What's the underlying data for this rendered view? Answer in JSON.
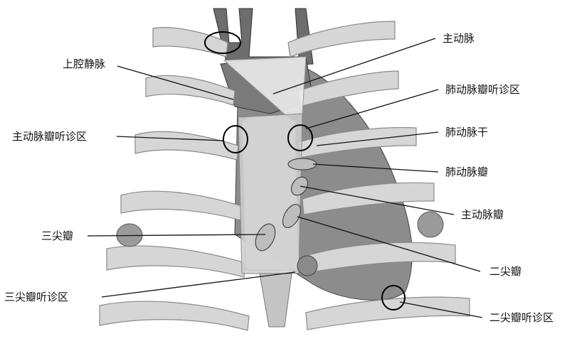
{
  "labels": {
    "svc": "上腔静脉",
    "aorta": "主动脉",
    "aortic_area": "主动脉瓣听诊区",
    "pulmonary_area": "肺动脉瓣听诊区",
    "pulmonary_trunk": "肺动脉干",
    "pulmonary_valve": "肺动脉瓣",
    "aortic_valve": "主动脉瓣",
    "tricuspid_valve": "三尖瓣",
    "mitral_valve": "二尖瓣",
    "tricuspid_area": "三尖瓣听诊区",
    "mitral_area": "二尖瓣听诊区"
  }
}
